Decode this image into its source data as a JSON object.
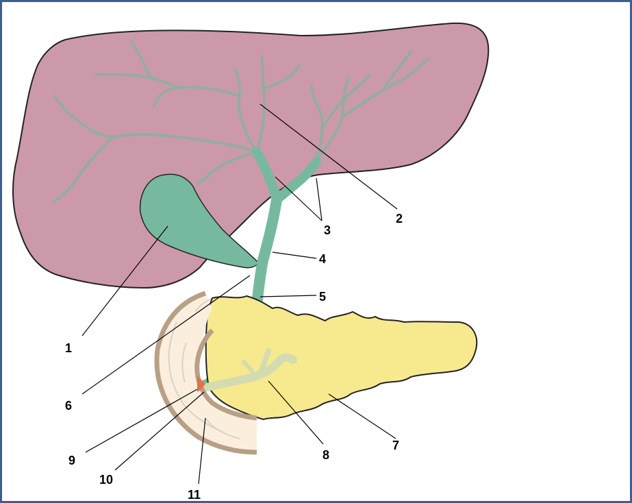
{
  "diagram": {
    "labels": [
      "1",
      "2",
      "3",
      "4",
      "5",
      "6",
      "7",
      "8",
      "9",
      "10",
      "11"
    ]
  },
  "colors": {
    "frame": "#3b5f93",
    "liver": "#cc99aa",
    "bile_duct": "#76b99f",
    "pancreas": "#f7e98e",
    "duodenum_wall": "#b8a087",
    "duodenum_inner": "#fbeedd",
    "papilla": "#e2734a"
  }
}
